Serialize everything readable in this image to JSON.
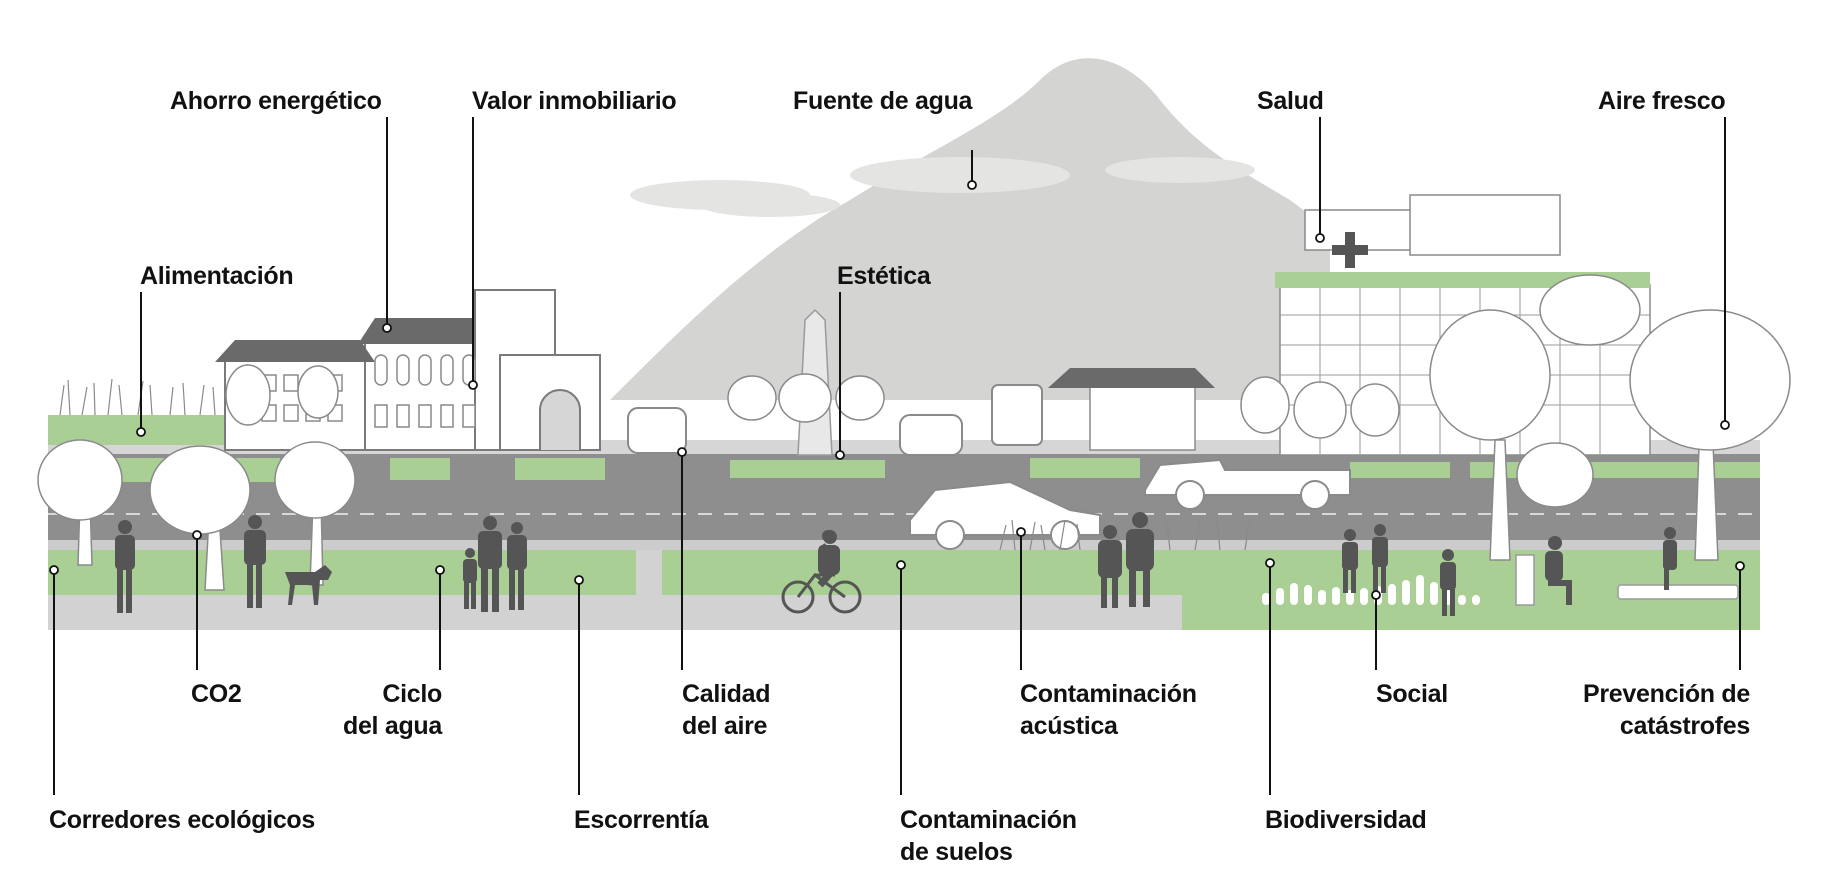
{
  "colors": {
    "green": "#a9cf94",
    "road": "#8e8e8e",
    "sidewalk": "#d2d2d2",
    "mountain": "#d4d4d2",
    "silhouette": "#555555",
    "roof": "#6a6a6a",
    "leader": "#111111"
  },
  "labels": {
    "ahorro": "Ahorro energético",
    "valor": "Valor inmobiliario",
    "fuente": "Fuente de agua",
    "salud": "Salud",
    "aire_fresco": "Aire fresco",
    "alimentacion": "Alimentación",
    "estetica": "Estética",
    "co2": "CO2",
    "ciclo_1": "Ciclo",
    "ciclo_2": "del agua",
    "calidad_1": "Calidad",
    "calidad_2": "del aire",
    "acustica_1": "Contaminación",
    "acustica_2": "acústica",
    "social": "Social",
    "prevencion_1": "Prevención de",
    "prevencion_2": "catástrofes",
    "corredores": "Corredores ecológicos",
    "escorrentia": "Escorrentía",
    "suelos_1": "Contaminación",
    "suelos_2": "de suelos",
    "biodiversidad": "Biodiversidad"
  }
}
